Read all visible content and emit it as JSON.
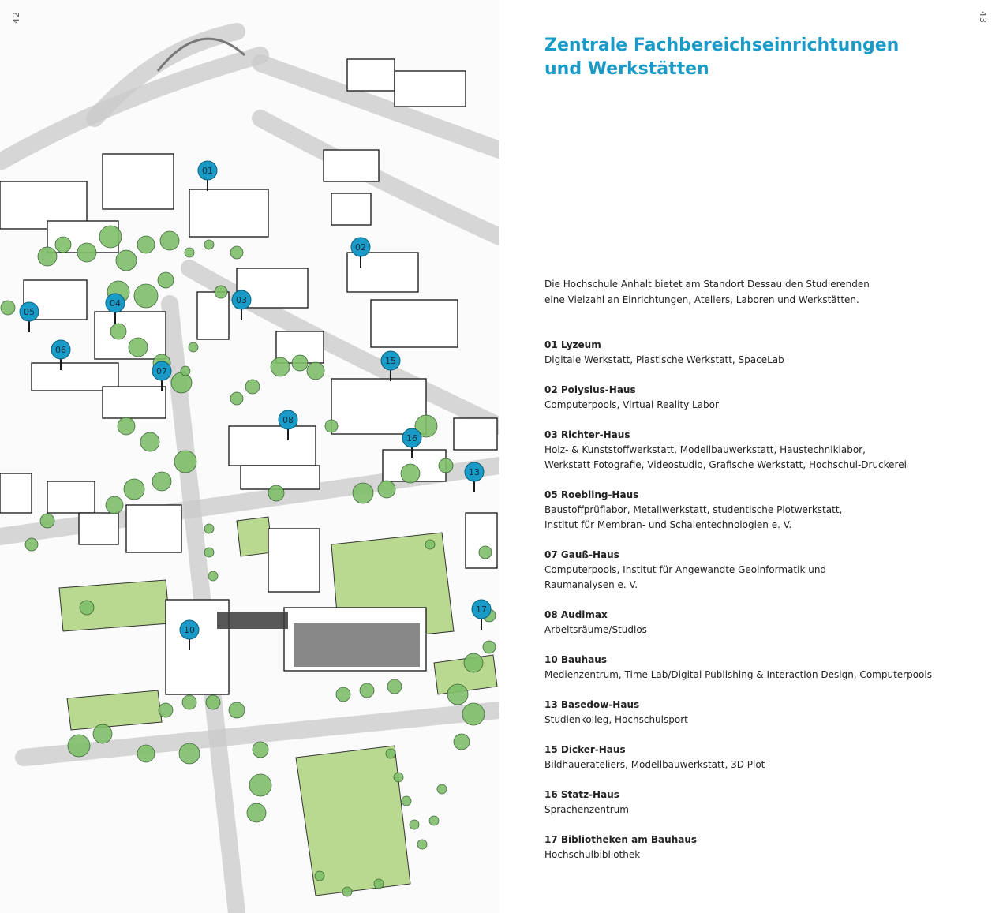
{
  "page_numbers": {
    "left": "42",
    "right": "43"
  },
  "heading": {
    "line1": "Zentrale Fachbereichseinrichtungen",
    "line2": "und Werkstätten"
  },
  "intro": {
    "line1": "Die Hochschule Anhalt bietet am Standort Dessau den Studierenden",
    "line2": "eine Vielzahl an Einrichtungen, Ateliers, Laboren und Werkstätten."
  },
  "facilities": [
    {
      "title": "01 Lyzeum",
      "lines": [
        "Digitale Werkstatt, Plastische Werkstatt, SpaceLab"
      ]
    },
    {
      "title": "02 Polysius-Haus",
      "lines": [
        "Computerpools, Virtual Reality Labor"
      ]
    },
    {
      "title": "03 Richter-Haus",
      "lines": [
        "Holz- & Kunststoffwerkstatt, Modellbauwerkstatt, Haustechniklabor,",
        "Werkstatt Fotografie, Videostudio, Grafische Werkstatt, Hochschul-Druckerei"
      ]
    },
    {
      "title": "05 Roebling-Haus",
      "lines": [
        "Baustoffprüflabor, Metallwerkstatt, studentische Plotwerkstatt,",
        "Institut für Membran- und Schalentechnologien e. V."
      ]
    },
    {
      "title": "07 Gauß-Haus",
      "lines": [
        "Computerpools, Institut für Angewandte Geoinformatik und",
        "Raumanalysen e. V."
      ]
    },
    {
      "title": "08 Audimax",
      "lines": [
        "Arbeitsräume/Studios"
      ]
    },
    {
      "title": "10 Bauhaus",
      "lines": [
        "Medienzentrum, Time Lab/Digital Publishing & Interaction Design, Computerpools"
      ]
    },
    {
      "title": "13 Basedow-Haus",
      "lines": [
        "Studienkolleg, Hochschulsport"
      ]
    },
    {
      "title": "15 Dicker-Haus",
      "lines": [
        "Bildhauerateliers, Modellbauwerkstatt, 3D Plot"
      ]
    },
    {
      "title": "16 Statz-Haus",
      "lines": [
        "Sprachenzentrum"
      ]
    },
    {
      "title": "17 Bibliotheken am Bauhaus",
      "lines": [
        "Hochschulbibliothek"
      ]
    }
  ],
  "map": {
    "markers": [
      "01",
      "02",
      "03",
      "04",
      "05",
      "06",
      "07",
      "08",
      "10",
      "13",
      "15",
      "16",
      "17"
    ],
    "marker_color": "#1a9bc7",
    "green_color": "#b8d98f",
    "tree_color": "#7fbf6a",
    "road_color": "#c9c9c9"
  }
}
